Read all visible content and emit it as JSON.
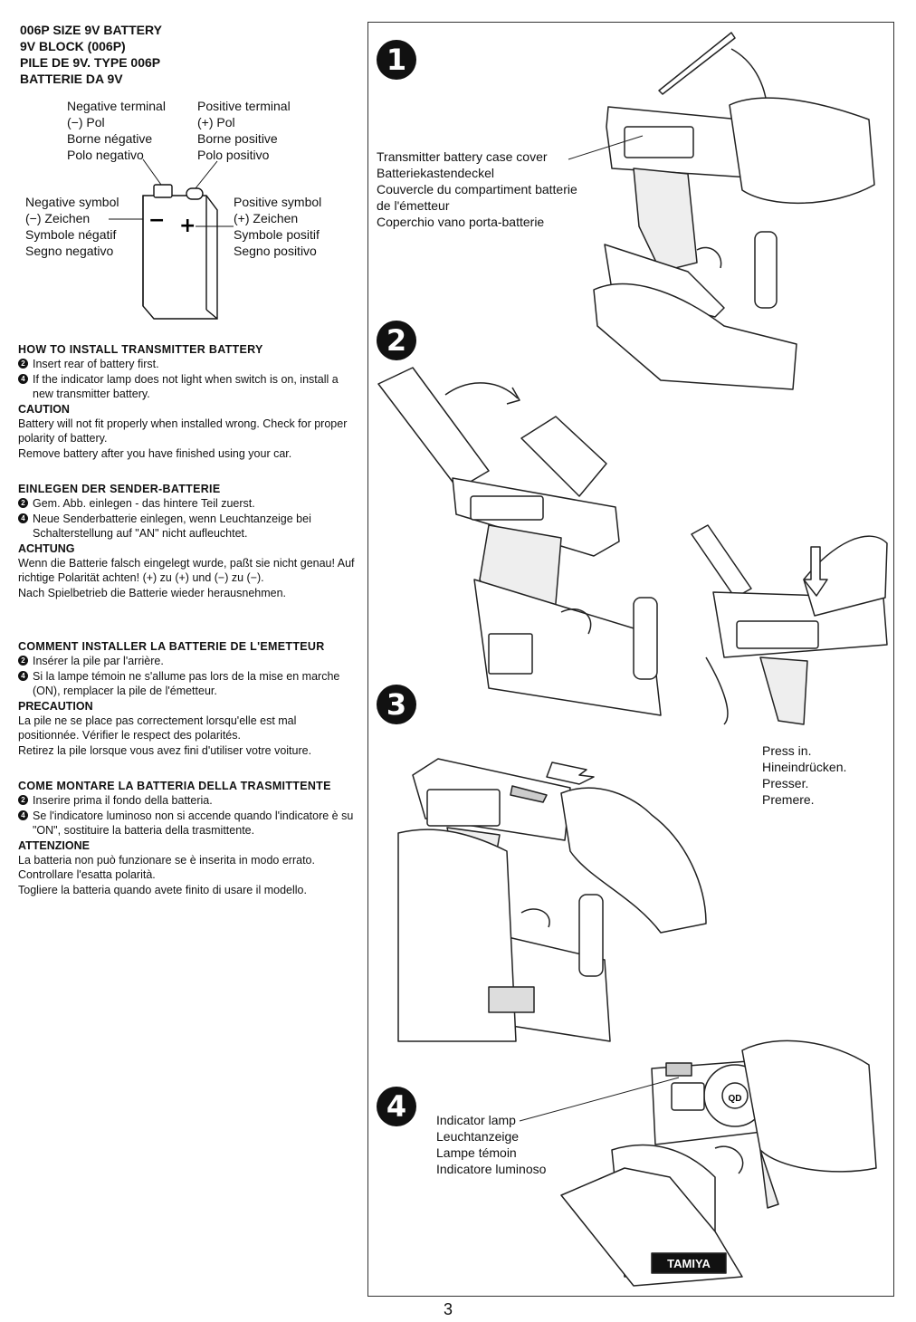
{
  "battery_title": [
    "006P SIZE 9V BATTERY",
    "9V BLOCK (006P)",
    "PILE DE 9V. TYPE 006P",
    "BATTERIE DA 9V"
  ],
  "neg_terminal": [
    "Negative terminal",
    "(−) Pol",
    "Borne négative",
    "Polo negativo"
  ],
  "pos_terminal": [
    "Positive terminal",
    "(+) Pol",
    "Borne positive",
    "Polo positivo"
  ],
  "neg_symbol": [
    "Negative symbol",
    "(−) Zeichen",
    "Symbole négatif",
    "Segno negativo"
  ],
  "pos_symbol": [
    "Positive symbol",
    "(+) Zeichen",
    "Symbole positif",
    "Segno positivo"
  ],
  "battery_marks": {
    "minus": "−",
    "plus": "+"
  },
  "sections": [
    {
      "heading": "HOW TO INSTALL TRANSMITTER BATTERY",
      "items": [
        {
          "num": "2",
          "text": "Insert rear of battery first."
        },
        {
          "num": "4",
          "text": "If the indicator lamp does not light when switch is on, install a new transmitter battery."
        }
      ],
      "caution_title": "CAUTION",
      "caution_lines": [
        "Battery will not fit properly when installed wrong. Check for proper polarity of battery.",
        "Remove battery after you have finished using your car."
      ]
    },
    {
      "heading": "EINLEGEN DER SENDER-BATTERIE",
      "items": [
        {
          "num": "2",
          "text": "Gem. Abb. einlegen - das hintere Teil zuerst."
        },
        {
          "num": "4",
          "text": "Neue Senderbatterie einlegen, wenn Leuchtanzeige bei Schalterstellung auf \"AN\" nicht aufleuchtet."
        }
      ],
      "caution_title": "ACHTUNG",
      "caution_lines": [
        "Wenn die Batterie falsch eingelegt wurde, paßt sie nicht genau! Auf richtige Polarität achten! (+) zu (+) und (−) zu (−).",
        "Nach Spielbetrieb die Batterie wieder herausnehmen."
      ]
    },
    {
      "heading": "COMMENT INSTALLER LA BATTERIE DE L'EMETTEUR",
      "items": [
        {
          "num": "2",
          "text": "Insérer la pile par l'arrière."
        },
        {
          "num": "4",
          "text": "Si la lampe témoin ne s'allume pas lors de la mise en marche (ON), remplacer la pile de l'émetteur."
        }
      ],
      "caution_title": "PRECAUTION",
      "caution_lines": [
        "La pile ne se place pas correctement lorsqu'elle est mal positionnée. Vérifier le respect des polarités.",
        "Retirez la pile lorsque vous avez fini d'utiliser votre voiture."
      ]
    },
    {
      "heading": "COME MONTARE LA BATTERIA DELLA TRASMITTENTE",
      "items": [
        {
          "num": "2",
          "text": "Inserire prima il fondo della batteria."
        },
        {
          "num": "4",
          "text": "Se l'indicatore luminoso non si accende quando l'indicatore è su \"ON\", sostituire la batteria della trasmittente."
        }
      ],
      "caution_title": "ATTENZIONE",
      "caution_lines": [
        "La batteria non può funzionare se è inserita in modo errato. Controllare l'esatta polarità.",
        "Togliere la batteria quando avete finito di usare il modello."
      ]
    }
  ],
  "steps": [
    "1",
    "2",
    "3",
    "4"
  ],
  "cover_label": [
    "Transmitter battery case cover",
    "Batteriekastendeckel",
    "Couvercle du compartiment batterie",
    "de l'émetteur",
    "Coperchio vano porta-batterie"
  ],
  "press_label": [
    "Press in.",
    "Hineindrücken.",
    "Presser.",
    "Premere."
  ],
  "indicator_label": [
    "Indicator lamp",
    "Leuchtanzeige",
    "Lampe témoin",
    "Indicatore luminoso"
  ],
  "logo_text": "TAMIYA",
  "dial_text": "QD",
  "page_number": "3"
}
